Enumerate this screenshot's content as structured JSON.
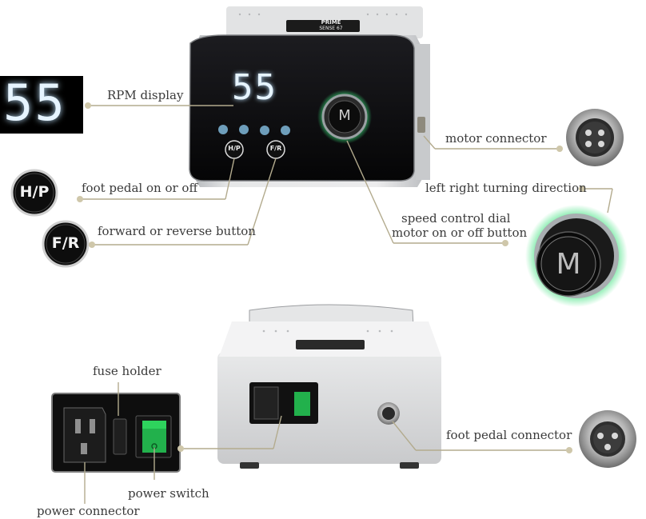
{
  "brand": {
    "name": "PRIME",
    "model": "SENSE 67"
  },
  "display": {
    "rpm_value": "55"
  },
  "buttons": {
    "hp": "H/P",
    "fr": "F/R",
    "dial": "M"
  },
  "labels": {
    "rpm_display": "RPM display",
    "foot_pedal": "foot pedal on or off",
    "forward_reverse": "forward or reverse button",
    "motor_connector": "motor connector",
    "turning_direction": "left right turning direction",
    "speed_dial": "speed control dial",
    "motor_on_off": "motor on or off button",
    "fuse_holder": "fuse holder",
    "power_switch": "power switch",
    "power_connector": "power connector",
    "foot_pedal_connector": "foot pedal connector"
  },
  "colors": {
    "panel_black": "#0b0b0d",
    "display_glow": "#e6f4ff",
    "ring_green": "#35e07a",
    "leader_line": "#b3ab8e",
    "label_text": "#3a3a3a",
    "switch_green": "#22b14c"
  }
}
